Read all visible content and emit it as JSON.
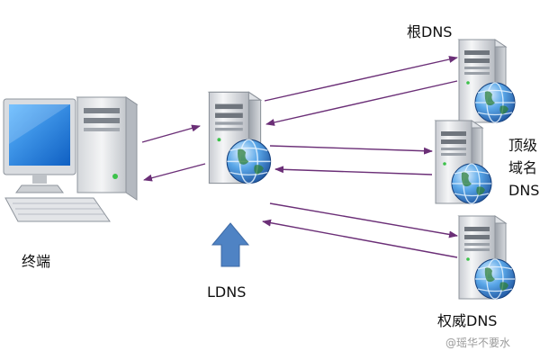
{
  "nodes": {
    "terminal": {
      "label": "终端"
    },
    "ldns": {
      "label": "LDNS"
    },
    "root_dns": {
      "label": "根DNS"
    },
    "tld_dns": {
      "label": "顶级域名DNS"
    },
    "auth_dns": {
      "label": "权威DNS"
    }
  },
  "watermark": {
    "text": "@瑶华不要水"
  },
  "colors": {
    "arrow": "#6b2f77",
    "up_arrow": "#4f83c4",
    "server_body": "#e9ebee",
    "monitor_screen": "#1f7de0"
  },
  "icons": {
    "terminal": "desktop-computer-icon",
    "server": "server-with-globe-icon",
    "up_arrow": "up-arrow-icon"
  }
}
